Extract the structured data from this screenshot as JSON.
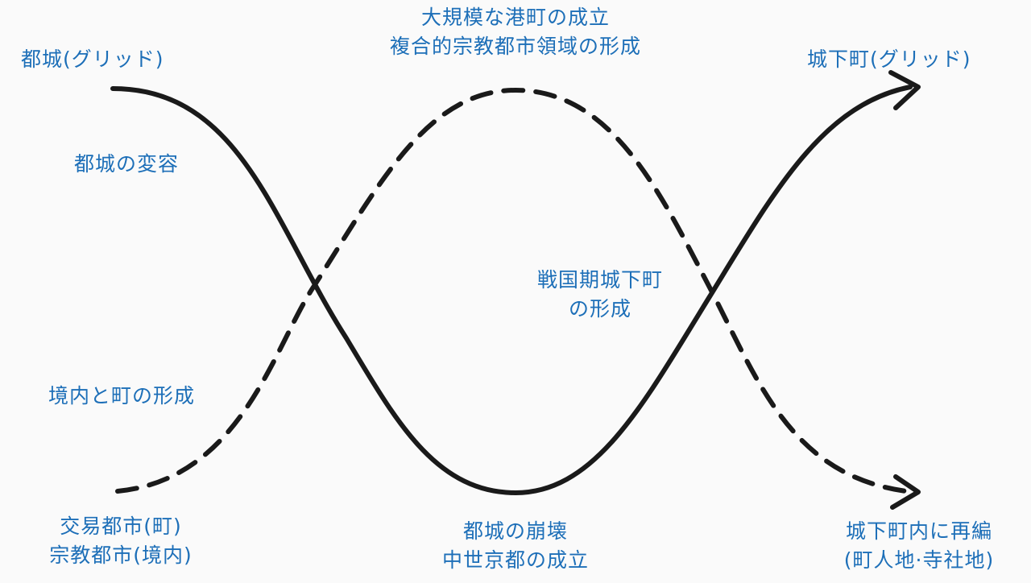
{
  "colors": {
    "label": "#1d6fb8",
    "curve": "#1a1a1a",
    "background": "#fafafa"
  },
  "labels": {
    "top_left": "都城(グリッド)",
    "top_center_line1": "大規模な港町の成立",
    "top_center_line2": "複合的宗教都市領域の形成",
    "top_right": "城下町(グリッド)",
    "left_upper": "都城の変容",
    "center_right_line1": "戦国期城下町",
    "center_right_line2": "の形成",
    "left_lower": "境内と町の形成",
    "bottom_left_line1": "交易都市(町)",
    "bottom_left_line2": "宗教都市(境内)",
    "bottom_center_line1": "都城の崩壊",
    "bottom_center_line2": "中世京都の成立",
    "bottom_right_line1": "城下町内に再編",
    "bottom_right_line2": "(町人地·寺社地)"
  }
}
